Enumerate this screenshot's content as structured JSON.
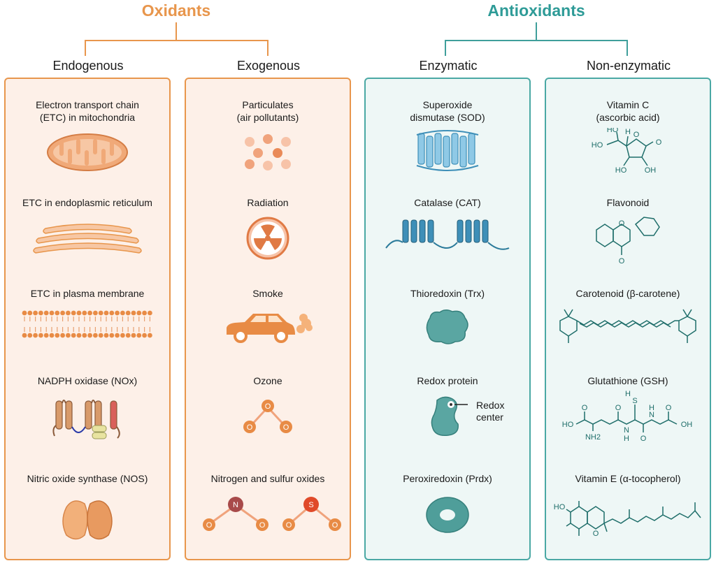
{
  "colors": {
    "oxidant": "#e8964c",
    "oxidant_fill": "#fdf0e8",
    "antioxidant": "#3f9f9b",
    "antioxidant_fill": "#eef7f6"
  },
  "oxidants": {
    "title": "Oxidants",
    "endogenous": {
      "title": "Endogenous",
      "items": [
        {
          "label": "Electron transport chain\n(ETC) in mitochondria",
          "icon": "mitochondrion-icon"
        },
        {
          "label": "ETC in endoplasmic reticulum",
          "icon": "endoplasmic-reticulum-icon"
        },
        {
          "label": "ETC in plasma membrane",
          "icon": "lipid-bilayer-icon"
        },
        {
          "label": "NADPH oxidase (NOx)",
          "icon": "transmembrane-protein-icon"
        },
        {
          "label": "Nitric oxide synthase (NOS)",
          "icon": "enzyme-dimer-icon"
        }
      ]
    },
    "exogenous": {
      "title": "Exogenous",
      "items": [
        {
          "label": "Particulates\n(air pollutants)",
          "icon": "particles-icon"
        },
        {
          "label": "Radiation",
          "icon": "radiation-icon"
        },
        {
          "label": "Smoke",
          "icon": "car-exhaust-icon"
        },
        {
          "label": "Ozone",
          "icon": "ozone-molecule-icon"
        },
        {
          "label": "Nitrogen and sulfur oxides",
          "icon": "no2-so2-molecules-icon",
          "atoms": {
            "n": "N",
            "s": "S",
            "o": "O"
          }
        }
      ]
    }
  },
  "antioxidants": {
    "title": "Antioxidants",
    "enzymatic": {
      "title": "Enzymatic",
      "items": [
        {
          "label": "Superoxide\ndismutase (SOD)",
          "icon": "protein-structure-icon"
        },
        {
          "label": "Catalase (CAT)",
          "icon": "transmembrane-helices-icon"
        },
        {
          "label": "Thioredoxin (Trx)",
          "icon": "globular-protein-icon"
        },
        {
          "label": "Redox protein",
          "icon": "redox-protein-icon",
          "callout": "Redox\ncenter"
        },
        {
          "label": "Peroxiredoxin (Prdx)",
          "icon": "ring-protein-icon"
        }
      ]
    },
    "non_enzymatic": {
      "title": "Non-enzymatic",
      "items": [
        {
          "label": "Vitamin C\n(ascorbic acid)",
          "icon": "ascorbic-acid-structure-icon",
          "atoms": [
            "HO",
            "HO",
            "H",
            "O",
            "O",
            "HO",
            "OH"
          ]
        },
        {
          "label": "Flavonoid",
          "icon": "flavone-structure-icon",
          "atoms": [
            "O",
            "O"
          ]
        },
        {
          "label": "Carotenoid (β-carotene)",
          "icon": "beta-carotene-structure-icon"
        },
        {
          "label": "Glutathione (GSH)",
          "icon": "glutathione-structure-icon",
          "atoms": [
            "HO",
            "O",
            "NH2",
            "O",
            "H",
            "S",
            "N",
            "H",
            "O",
            "N",
            "H",
            "O",
            "OH"
          ]
        },
        {
          "label": "Vitamin E (α-tocopherol)",
          "icon": "tocopherol-structure-icon",
          "atoms": [
            "HO",
            "O"
          ]
        }
      ]
    }
  }
}
